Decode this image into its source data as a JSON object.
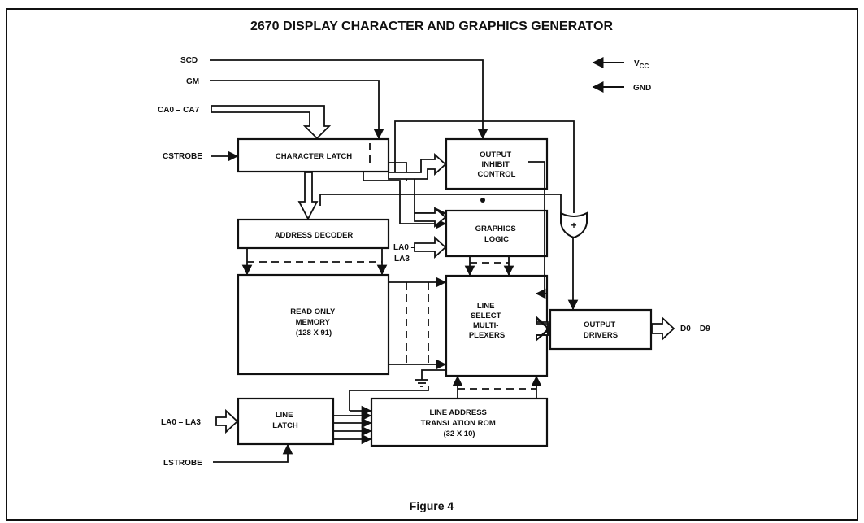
{
  "title": "2670 DISPLAY CHARACTER AND GRAPHICS GENERATOR",
  "caption": "Figure 4",
  "power": {
    "vcc": "V",
    "vcc_sub": "CC",
    "gnd": "GND"
  },
  "inputs": {
    "scd": "SCD",
    "gm": "GM",
    "ca": "CA0 – CA7",
    "cstrobe": "CSTROBE",
    "la_graphics_1": "LA0 –",
    "la_graphics_2": "LA3",
    "la_line": "LA0 – LA3",
    "lstrobe": "LSTROBE"
  },
  "outputs": {
    "d": "D0 – D9"
  },
  "blocks": {
    "character_latch": "CHARACTER LATCH",
    "address_decoder": "ADDRESS DECODER",
    "rom": [
      "READ ONLY",
      "MEMORY",
      "(128 X 91)"
    ],
    "output_inhibit": [
      "OUTPUT",
      "INHIBIT",
      "CONTROL"
    ],
    "graphics_logic": [
      "GRAPHICS",
      "LOGIC"
    ],
    "line_select": [
      "LINE",
      "SELECT",
      "MULTI-",
      "PLEXERS"
    ],
    "output_drivers": [
      "OUTPUT",
      "DRIVERS"
    ],
    "line_latch": [
      "LINE",
      "LATCH"
    ],
    "line_address_rom": [
      "LINE ADDRESS",
      "TRANSLATION ROM",
      "(32 X 10)"
    ]
  },
  "gate_symbol": "+"
}
